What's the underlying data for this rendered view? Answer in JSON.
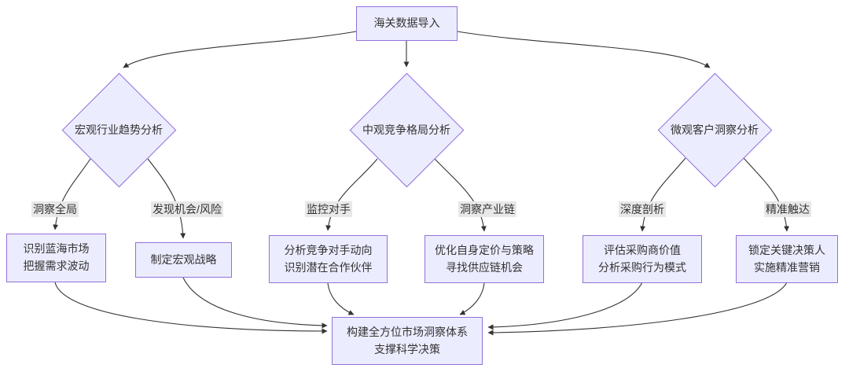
{
  "colors": {
    "node_fill": "#ECECFF",
    "node_border": "#9370DB",
    "edge": "#333333",
    "label_bg": "#e8e8e8",
    "text": "#333333"
  },
  "flowchart": {
    "root": {
      "label": "海关数据导入"
    },
    "decisions": [
      {
        "label": "宏观行业趋势分析"
      },
      {
        "label": "中观竞争格局分析"
      },
      {
        "label": "微观客户洞察分析"
      }
    ],
    "edge_labels": [
      "洞察全局",
      "发现机会/风险",
      "监控对手",
      "洞察产业链",
      "深度剖析",
      "精准触达"
    ],
    "actions": [
      {
        "lines": [
          "识别蓝海市场",
          "把握需求波动"
        ]
      },
      {
        "lines": [
          "制定宏观战略"
        ]
      },
      {
        "lines": [
          "分析竞争对手动向",
          "识别潜在合作伙伴"
        ]
      },
      {
        "lines": [
          "优化自身定价与策略",
          "寻找供应链机会"
        ]
      },
      {
        "lines": [
          "评估采购商价值",
          "分析采购行为模式"
        ]
      },
      {
        "lines": [
          "锁定关键决策人",
          "实施精准营销"
        ]
      }
    ],
    "final": {
      "lines": [
        "构建全方位市场洞察体系",
        "支撑科学决策"
      ]
    }
  }
}
